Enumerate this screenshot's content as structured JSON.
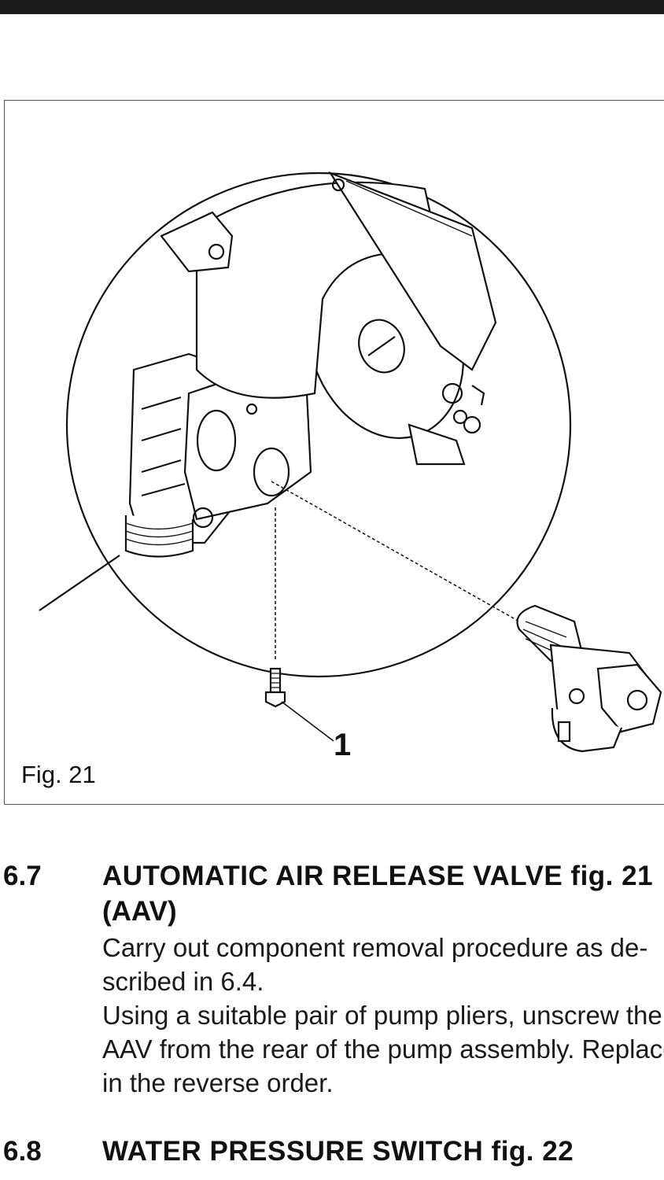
{
  "figure": {
    "caption": "Fig. 21",
    "callout_label": "1"
  },
  "sections": [
    {
      "number": "6.7",
      "heading": "AUTOMATIC AIR RELEASE VALVE fig. 21",
      "subheading": "(AAV)",
      "body_lines": [
        "Carry out component removal procedure as de-",
        "scribed in 6.4.",
        "Using a suitable pair of pump pliers, unscrew the",
        "AAV from the rear of the pump assembly. Replace",
        "in the reverse order."
      ]
    },
    {
      "number": "6.8",
      "heading": "WATER PRESSURE SWITCH fig. 22"
    }
  ]
}
